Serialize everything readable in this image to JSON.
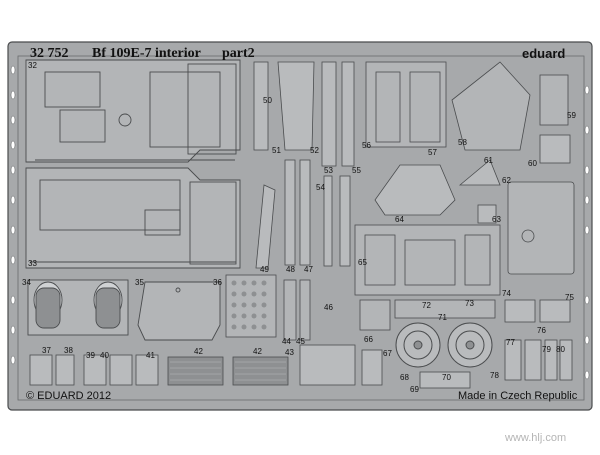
{
  "header": {
    "code": "32 752",
    "title": "Bf 109E-7 interior",
    "part": "part2",
    "brand": "eduard"
  },
  "footer": {
    "copyright": "© EDUARD 2012",
    "origin": "Made in Czech Republic"
  },
  "watermark": {
    "url": "www.hlj.com"
  },
  "part_numbers": [
    "32",
    "33",
    "34",
    "35",
    "36",
    "37",
    "38",
    "39",
    "40",
    "41",
    "42",
    "42",
    "43",
    "44",
    "45",
    "46",
    "47",
    "48",
    "49",
    "50",
    "51",
    "52",
    "53",
    "54",
    "55",
    "56",
    "57",
    "58",
    "59",
    "60",
    "61",
    "62",
    "63",
    "64",
    "65",
    "66",
    "67",
    "68",
    "69",
    "70",
    "71",
    "72",
    "73",
    "74",
    "75",
    "76",
    "77",
    "78",
    "79",
    "80"
  ],
  "colors": {
    "fret": "#a7a9ab",
    "fret_light": "#b9bbbd",
    "outline": "#4a4c4e",
    "background": "#ffffff"
  }
}
